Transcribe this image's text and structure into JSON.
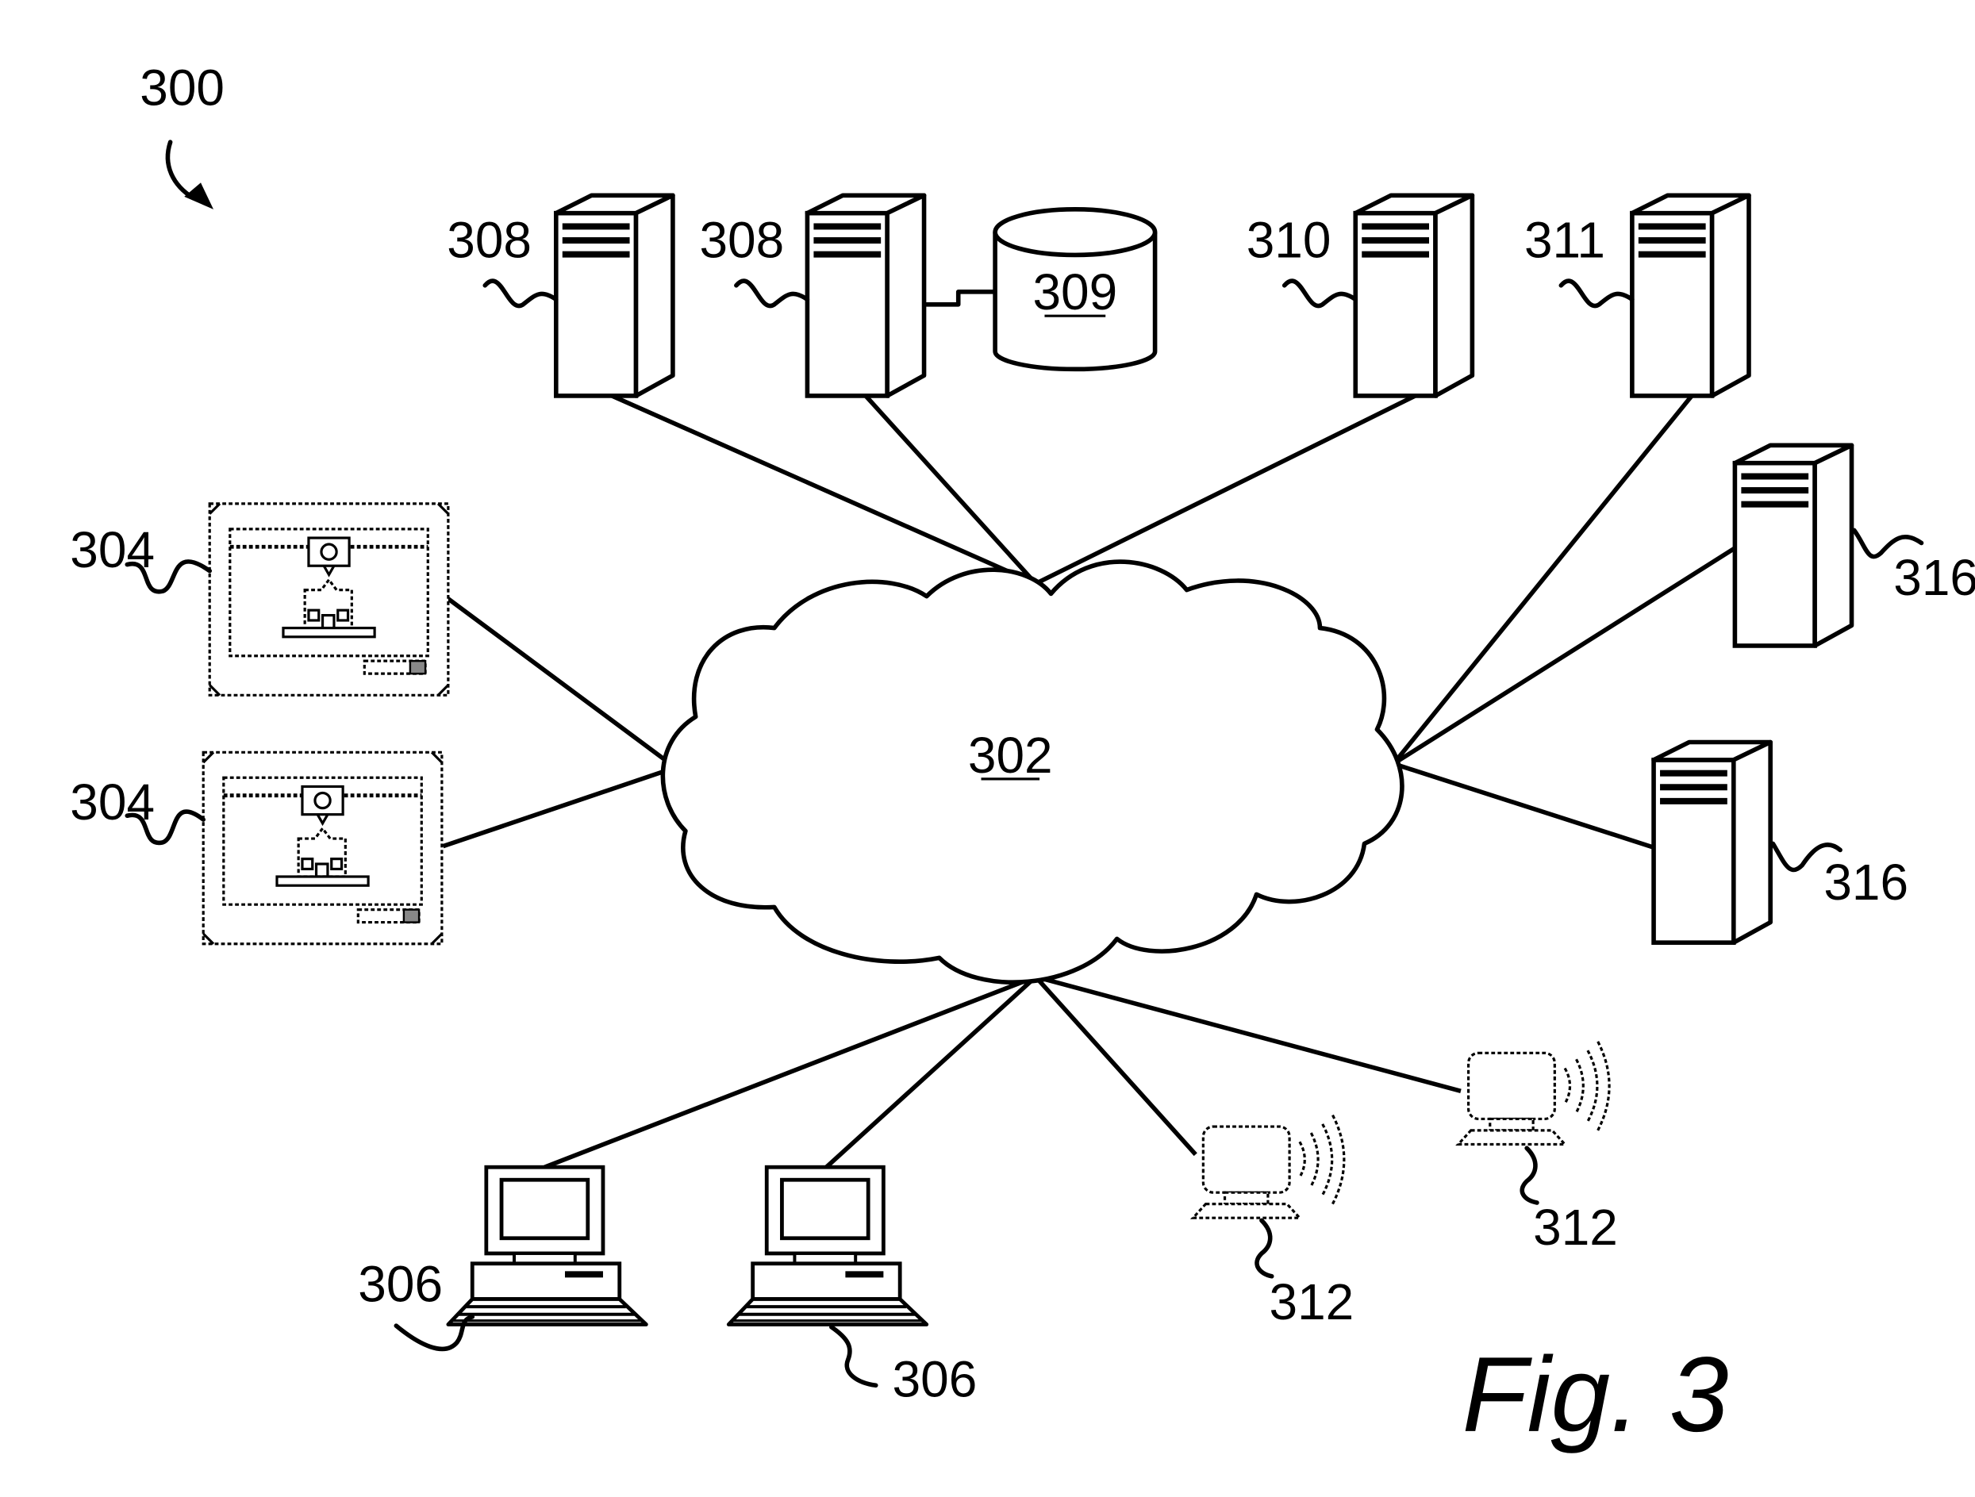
{
  "figure": {
    "ref": "300",
    "caption": "Fig. 3"
  },
  "network": {
    "ref": "302"
  },
  "printers": [
    {
      "ref": "304"
    },
    {
      "ref": "304"
    }
  ],
  "desktops": [
    {
      "ref": "306"
    },
    {
      "ref": "306"
    }
  ],
  "servers_top": [
    {
      "ref": "308"
    },
    {
      "ref": "308"
    },
    {
      "ref": "310"
    },
    {
      "ref": "311"
    }
  ],
  "database": {
    "ref": "309"
  },
  "wireless_devices": [
    {
      "ref": "312"
    },
    {
      "ref": "312"
    }
  ],
  "servers_right": [
    {
      "ref": "316"
    },
    {
      "ref": "316"
    }
  ]
}
